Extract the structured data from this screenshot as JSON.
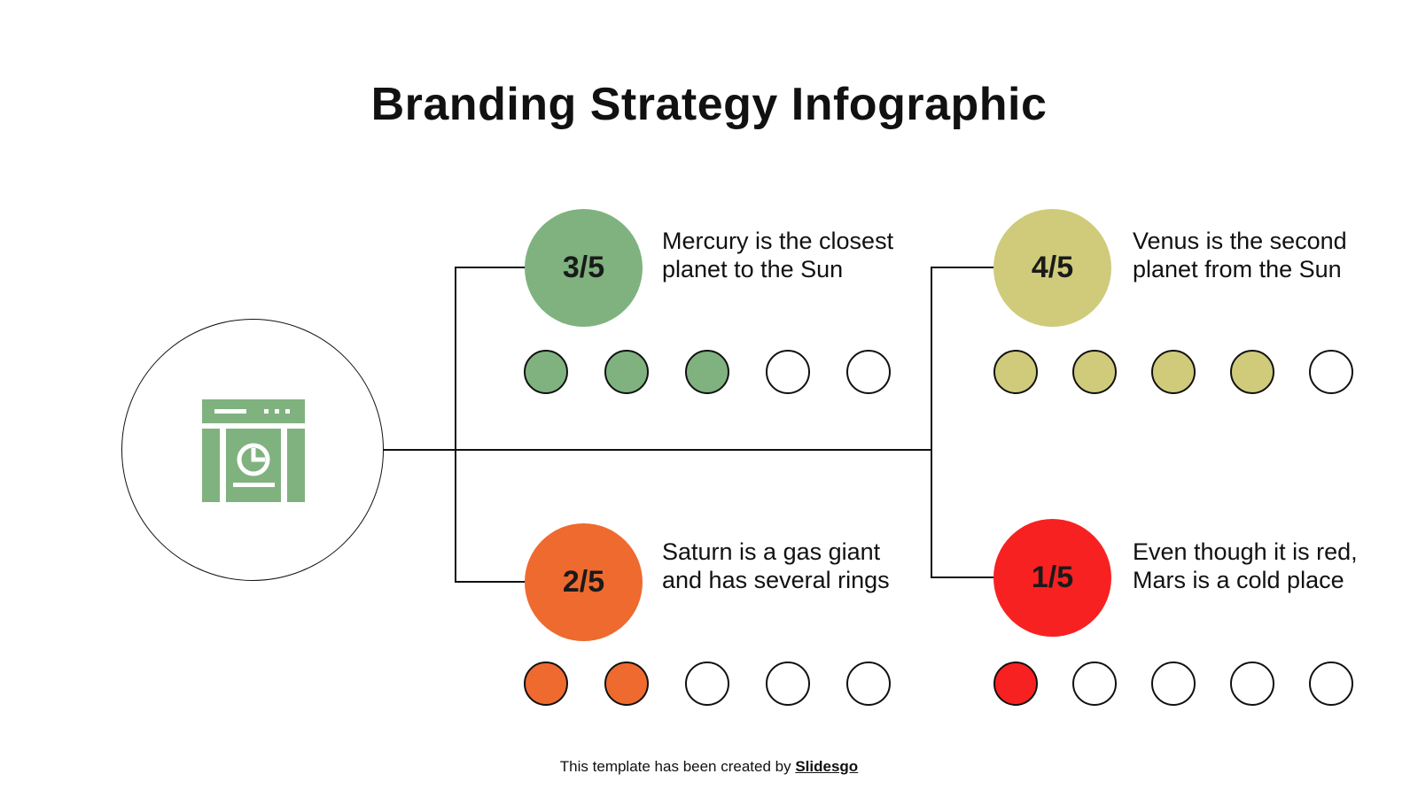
{
  "title": "Branding Strategy Infographic",
  "hub": {
    "icon": "browser-chart-icon",
    "icon_color": "#7fb27f"
  },
  "items": [
    {
      "score": "3/5",
      "text": "Mercury is the closest planet to the Sun",
      "color": "#7fb27f",
      "filled": 3,
      "total": 5
    },
    {
      "score": "4/5",
      "text": "Venus is the second planet from the Sun",
      "color": "#cfcb7a",
      "filled": 4,
      "total": 5
    },
    {
      "score": "2/5",
      "text": "Saturn is a gas giant and has several rings",
      "color": "#ee6a2f",
      "filled": 2,
      "total": 5
    },
    {
      "score": "1/5",
      "text": "Even though it is red, Mars is a cold place",
      "color": "#f82121",
      "filled": 1,
      "total": 5
    }
  ],
  "footer": {
    "prefix": "This template has been created by ",
    "brand": "Slidesgo"
  },
  "chart_data": {
    "type": "table",
    "title": "Branding Strategy Infographic",
    "categories": [
      "Mercury",
      "Venus",
      "Saturn",
      "Mars"
    ],
    "values": [
      3,
      4,
      2,
      1
    ],
    "max": 5
  }
}
